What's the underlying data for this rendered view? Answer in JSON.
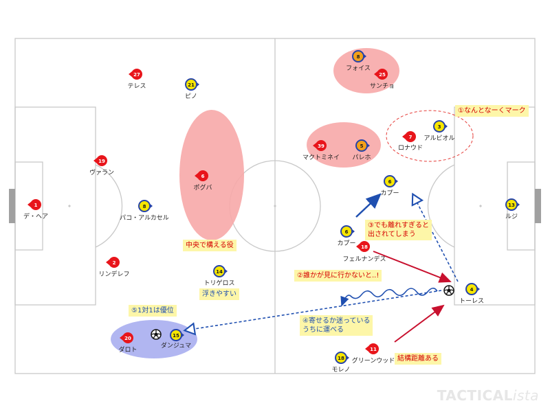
{
  "pitch": {
    "line_color": "#c8c8c8",
    "post_color": "#a0a0a0"
  },
  "zones": [
    {
      "id": "zone-pogba",
      "color": "#f7a8a8"
    },
    {
      "id": "zone-fosu-sancho",
      "color": "#f7a8a8"
    },
    {
      "id": "zone-mctominay-parejo",
      "color": "#f7a8a8"
    },
    {
      "id": "zone-dalot-danjuma",
      "color": "#a9aef0"
    },
    {
      "id": "zone-ronaldo-albiol",
      "color": "#e53935"
    }
  ],
  "players": [
    {
      "id": "p-dea",
      "team": "red",
      "number": "1",
      "name": "デ・ヘア"
    },
    {
      "id": "p-telles",
      "team": "red",
      "number": "27",
      "name": "テレス"
    },
    {
      "id": "p-varane",
      "team": "red",
      "number": "19",
      "name": "ヴァラン"
    },
    {
      "id": "p-lindelof",
      "team": "red",
      "number": "2",
      "name": "リンデレフ"
    },
    {
      "id": "p-pogba",
      "team": "red",
      "number": "6",
      "name": "ポグバ"
    },
    {
      "id": "p-dalot",
      "team": "red",
      "number": "20",
      "name": "ダロト"
    },
    {
      "id": "p-mctominay",
      "team": "red",
      "number": "39",
      "name": "マクトミネイ"
    },
    {
      "id": "p-sancho",
      "team": "red",
      "number": "25",
      "name": "サンチョ"
    },
    {
      "id": "p-ronaldo",
      "team": "red",
      "number": "7",
      "name": "ロナウド"
    },
    {
      "id": "p-fernandes",
      "team": "red",
      "number": "18",
      "name": "フェルナンデス"
    },
    {
      "id": "p-greenwood",
      "team": "red",
      "number": "11",
      "name": "グリーンウッド"
    },
    {
      "id": "p-pino",
      "team": "yellow",
      "number": "21",
      "name": "ピノ"
    },
    {
      "id": "p-pau",
      "team": "yellow",
      "number": "8",
      "name": "パコ・アルカセル"
    },
    {
      "id": "p-trigueros",
      "team": "yellow",
      "number": "14",
      "name": "トリゲロス"
    },
    {
      "id": "p-danjuma",
      "team": "yellow",
      "number": "15",
      "name": "ダンジュマ"
    },
    {
      "id": "p-fosu",
      "team": "orange",
      "number": "8",
      "name": "フォイス"
    },
    {
      "id": "p-parejo",
      "team": "orange",
      "number": "5",
      "name": "パレホ"
    },
    {
      "id": "p-albiol",
      "team": "yellow",
      "number": "3",
      "name": "アルビオル"
    },
    {
      "id": "p-capoue-1",
      "team": "yellow",
      "number": "6",
      "name": "カプー"
    },
    {
      "id": "p-capoue-2",
      "team": "yellow",
      "number": "6",
      "name": "カプー"
    },
    {
      "id": "p-torres",
      "team": "yellow",
      "number": "4",
      "name": "トーレス"
    },
    {
      "id": "p-rulli",
      "team": "yellow",
      "number": "13",
      "name": "ルジ"
    },
    {
      "id": "p-moreno",
      "team": "yellow",
      "number": "18",
      "name": "モレノ"
    }
  ],
  "balls": [
    {
      "id": "ball-danjuma"
    },
    {
      "id": "ball-torres"
    }
  ],
  "notes": {
    "center_role": "中央で構える役",
    "trigueros_float": "浮きやすい",
    "one_v_one": "⑤1対1は優位",
    "loosely_mark": "①なんとなーくマーク",
    "too_far": [
      "③でも離れすぎると",
      "出されてしまう"
    ],
    "nobody_goes": "②誰かが見に行かないと..!",
    "hesitate": [
      "④寄せるか迷っている",
      "うちに運べる"
    ],
    "long_distance": "結構距離ある"
  },
  "colors": {
    "red_team": "#e8151b",
    "yellow_team": "#f7e600",
    "yellow_ring": "#2643a8",
    "orange_team": "#f3a019",
    "note_bg": "#fdf6a8",
    "note_red": "#d50000",
    "note_blue": "#1f4fb0",
    "arrow_red": "#c8102e",
    "arrow_blue": "#1f4fb0"
  },
  "watermark": {
    "main": "TACTICAL",
    "italic": "ista"
  }
}
